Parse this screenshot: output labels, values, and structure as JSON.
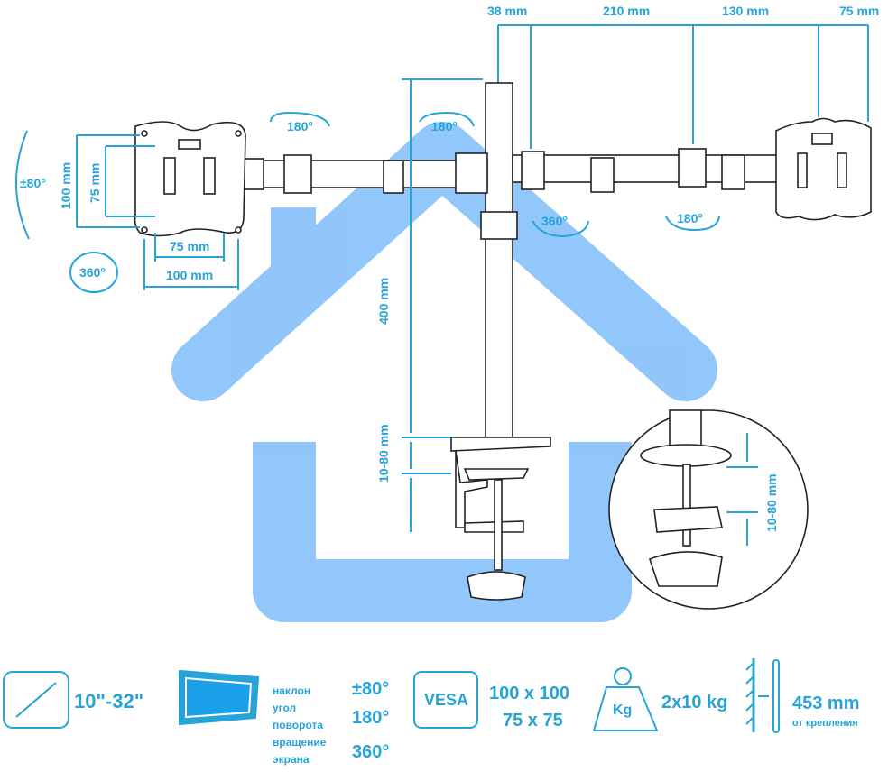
{
  "colors": {
    "accent": "#27a3d8",
    "watermark": "#7fbdfb",
    "line": "#222222"
  },
  "top_dims": [
    "38 mm",
    "210 mm",
    "130 mm",
    "75 mm"
  ],
  "left_plate": {
    "tilt": "±80°",
    "height_outer": "100 mm",
    "height_inner": "75 mm",
    "width_inner": "75 mm",
    "width_outer": "100 mm",
    "rotation": "360°"
  },
  "arm_rotations": [
    "180°",
    "180°",
    "360°",
    "180°"
  ],
  "pole": {
    "height": "400 mm",
    "clamp_range": "10-80 mm"
  },
  "inset": {
    "clamp_range": "10-80 mm"
  },
  "specs": {
    "screen_size": "10\"-32\"",
    "labels": [
      "наклон",
      "угол",
      "поворота",
      "вращение",
      "экрана"
    ],
    "angles": [
      "±80°",
      "180°",
      "360°"
    ],
    "vesa_label": "VESA",
    "vesa_sizes": [
      "100 x 100",
      "75 x 75"
    ],
    "weight_icon": "Kg",
    "weight": "2x10 kg",
    "reach": "453 mm",
    "reach_note": "от крепления"
  }
}
